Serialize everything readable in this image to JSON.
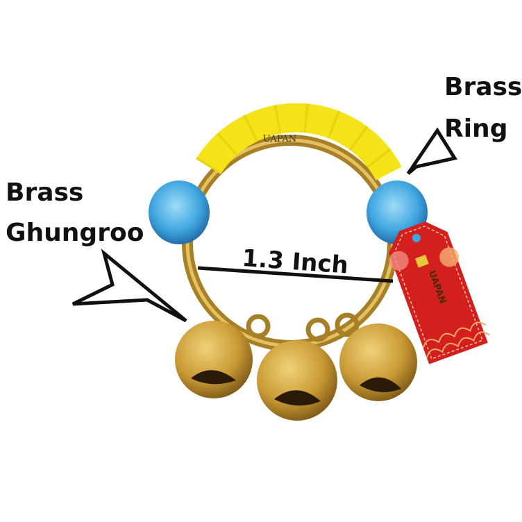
{
  "labels": {
    "ring_line1": "Brass",
    "ring_line2": "Ring",
    "ghungroo_line1": "Brass",
    "ghungroo_line2": "Ghungroo",
    "measurement": "1.3 Inch"
  },
  "brand": {
    "tube_text": "UAPAN",
    "tag_text": "UAPAN"
  },
  "colors": {
    "brass": "#c9a23c",
    "yellow_tube": "#f5e31a",
    "blue_bead": "#3fa6e0",
    "tag_red": "#d41f1f"
  }
}
